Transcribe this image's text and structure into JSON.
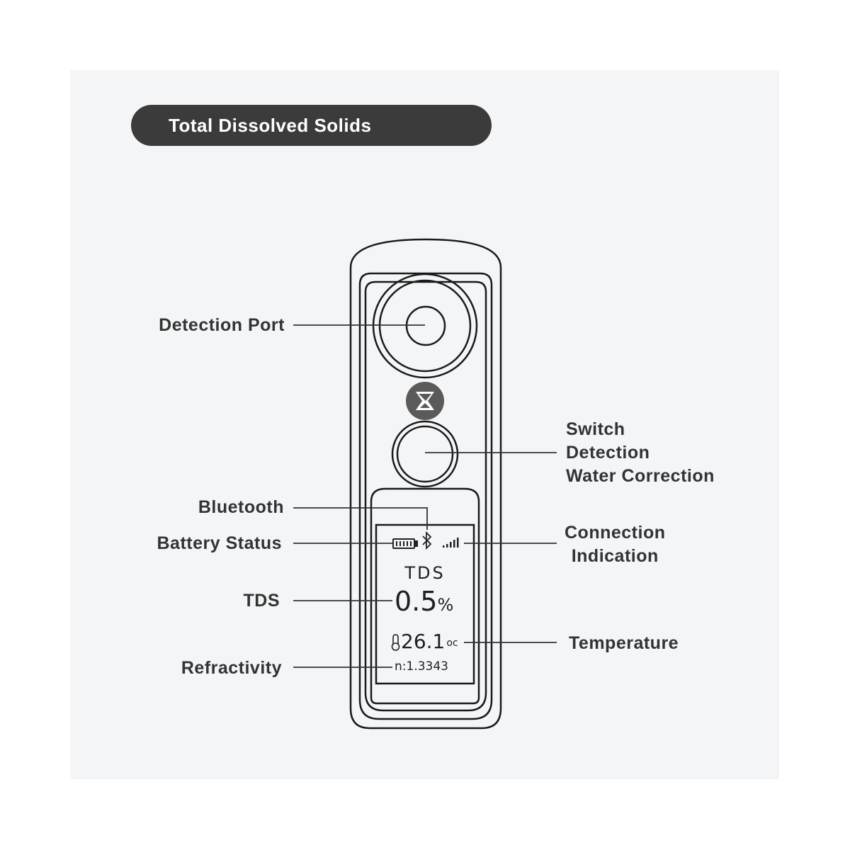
{
  "title": "Total Dissolved Solids",
  "labels": {
    "detection_port": "Detection Port",
    "switch_line1": "Switch",
    "switch_line2": "Detection",
    "switch_line3": "Water Correction",
    "bluetooth": "Bluetooth",
    "battery_status": "Battery Status",
    "connection_line1": "Connection",
    "connection_line2": "Indication",
    "tds": "TDS",
    "temperature": "Temperature",
    "refractivity": "Refractivity"
  },
  "screen": {
    "mode": "TDS",
    "value": "0.5",
    "unit": "%",
    "temperature": "26.1",
    "temperature_unit": "oc",
    "refractive_index": "n:1.3343"
  },
  "colors": {
    "panel_bg": "#f3f5f7",
    "pill_bg": "#3b3b3b",
    "outline": "#1a1a1a",
    "label_text": "#333333",
    "logo": "#5a5a5a"
  }
}
